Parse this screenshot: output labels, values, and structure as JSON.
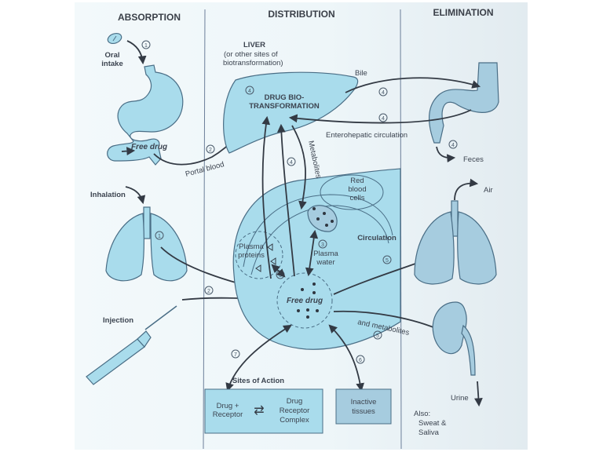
{
  "sections": {
    "absorption": "ABSORPTION",
    "distribution": "DISTRIBUTION",
    "elimination": "ELIMINATION"
  },
  "absorption": {
    "oral_intake_line1": "Oral",
    "oral_intake_line2": "intake",
    "free_drug": "Free drug",
    "portal_blood": "Portal blood",
    "inhalation": "Inhalation",
    "injection": "Injection"
  },
  "distribution": {
    "liver_title": "LIVER",
    "liver_sub1": "(or other sites of",
    "liver_sub2": "biotransformation)",
    "biotransformation_line1": "DRUG BIO-",
    "biotransformation_line2": "TRANSFORMATION",
    "metabolites": "Metabolites",
    "red_blood_cells_line1": "Red",
    "red_blood_cells_line2": "blood",
    "red_blood_cells_line3": "cells",
    "circulation": "Circulation",
    "plasma_proteins_line1": "Plasma",
    "plasma_proteins_line2": "proteins",
    "plasma_water_line1": "Plasma",
    "plasma_water_line2": "water",
    "free_drug": "Free drug",
    "and_metabolites": "and metabolites",
    "sites_of_action": "Sites of Action",
    "drug_receptor_line1": "Drug +",
    "drug_receptor_line2": "Receptor",
    "complex_line1": "Drug",
    "complex_line2": "Receptor",
    "complex_line3": "Complex",
    "equilibrium_symbol": "⇄",
    "inactive_line1": "Inactive",
    "inactive_line2": "tissues"
  },
  "elimination": {
    "bile": "Bile",
    "enterohepatic": "Enterohepatic circulation",
    "feces": "Feces",
    "air": "Air",
    "urine": "Urine",
    "also_line1": "Also:",
    "also_line2": "Sweat &",
    "also_line3": "Saliva"
  },
  "step_numbers": {
    "one": "1",
    "two": "2",
    "three": "3",
    "four": "4",
    "five": "5",
    "six": "6",
    "seven": "7"
  }
}
